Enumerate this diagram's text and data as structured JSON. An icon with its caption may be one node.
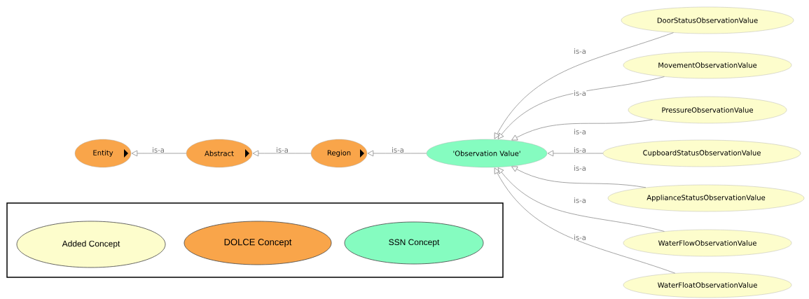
{
  "diagram": {
    "nodes": [
      {
        "text": [
          "Entity"
        ]
      },
      {
        "text": [
          "Abstract"
        ]
      },
      {
        "text": [
          "Region"
        ]
      },
      {
        "text": [
          "'Observation Value'"
        ]
      },
      {
        "text": [
          "DoorStatusObservationValue"
        ]
      },
      {
        "text": [
          "MovementObservationValue"
        ]
      },
      {
        "text": [
          "PressureObservationValue"
        ]
      },
      {
        "text": [
          "CupboardStatusObservationValue"
        ]
      },
      {
        "text": [
          "ApplianceStatusObservationValue"
        ]
      },
      {
        "text": [
          "WaterFlowObservationValue"
        ]
      },
      {
        "text": [
          "WaterFloatObservationValue"
        ]
      }
    ],
    "edges": [
      {
        "from": 1,
        "to": 0,
        "arrow": "to",
        "label": "is-a"
      },
      {
        "from": 2,
        "to": 1,
        "arrow": "to",
        "label": "is-a"
      },
      {
        "from": 3,
        "to": 2,
        "arrow": "to",
        "label": "is-a"
      },
      {
        "from": 4,
        "to": 3,
        "arrow": "to",
        "label": "is-a"
      },
      {
        "from": 5,
        "to": 3,
        "arrow": "to",
        "label": "is-a"
      },
      {
        "from": 6,
        "to": 3,
        "arrow": "to",
        "label": "is-a"
      },
      {
        "from": 7,
        "to": 3,
        "arrow": "to",
        "label": "is-a"
      },
      {
        "from": 8,
        "to": 3,
        "arrow": "to",
        "label": "is-a"
      },
      {
        "from": 9,
        "to": 3,
        "arrow": "to",
        "label": "is-a"
      },
      {
        "from": 10,
        "to": 3,
        "arrow": "to",
        "label": "is-a"
      }
    ],
    "legend": [
      {
        "text": "Added Concept",
        "color": "#fdfdcc"
      },
      {
        "text": "DOLCE Concept",
        "color": "#f9a54a"
      },
      {
        "text": "SSN Concept",
        "color": "#85fcc0"
      }
    ]
  }
}
